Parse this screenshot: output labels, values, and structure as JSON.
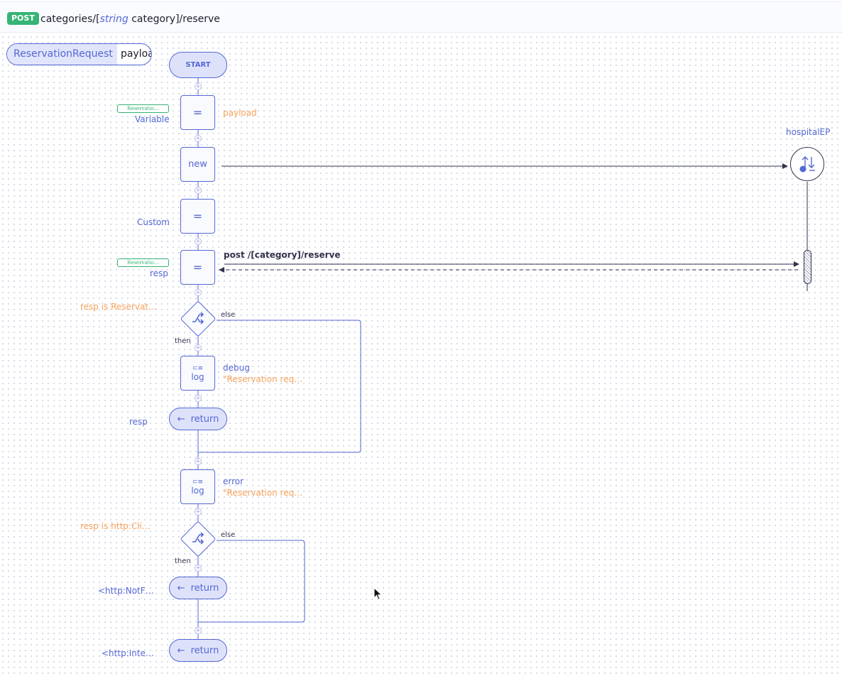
{
  "header": {
    "method": "POST",
    "path_prefix": "categories/[",
    "path_type": "string",
    "path_suffix": " category]/reserve"
  },
  "param": {
    "type": "ReservationRequest",
    "name": "payload"
  },
  "start_label": "START",
  "nodes": {
    "var_stmt": {
      "symbol": "=",
      "tag": "Reservatio…",
      "left_label": "Variable",
      "right_label": "payload"
    },
    "new_stmt": {
      "symbol": "new"
    },
    "custom_stmt": {
      "symbol": "=",
      "left_label": "Custom"
    },
    "resp_stmt": {
      "symbol": "=",
      "tag": "Reservatio…",
      "left_label": "resp",
      "action_label": "post /[category]/reserve"
    },
    "if1": {
      "condition": "resp is Reservat…",
      "else_label": "else",
      "then_label": "then"
    },
    "log1": {
      "label": "log",
      "level": "debug",
      "message": "\"Reservation req…"
    },
    "return1": {
      "label": "return",
      "value": "resp"
    },
    "log2": {
      "label": "log",
      "level": "error",
      "message": "\"Reservation req…"
    },
    "if2": {
      "condition": "resp is http:Cli…",
      "else_label": "else",
      "then_label": "then"
    },
    "return2": {
      "label": "return",
      "value": "<http:NotF…"
    },
    "return3": {
      "label": "return",
      "value": "<http:Inte…"
    }
  },
  "endpoint": {
    "name": "hospitalEP"
  },
  "colors": {
    "primary": "#5567d5",
    "variable": "#f7a25c",
    "type_tag": "#36b475",
    "method_badge": "#36b475",
    "line": "#32324d"
  }
}
